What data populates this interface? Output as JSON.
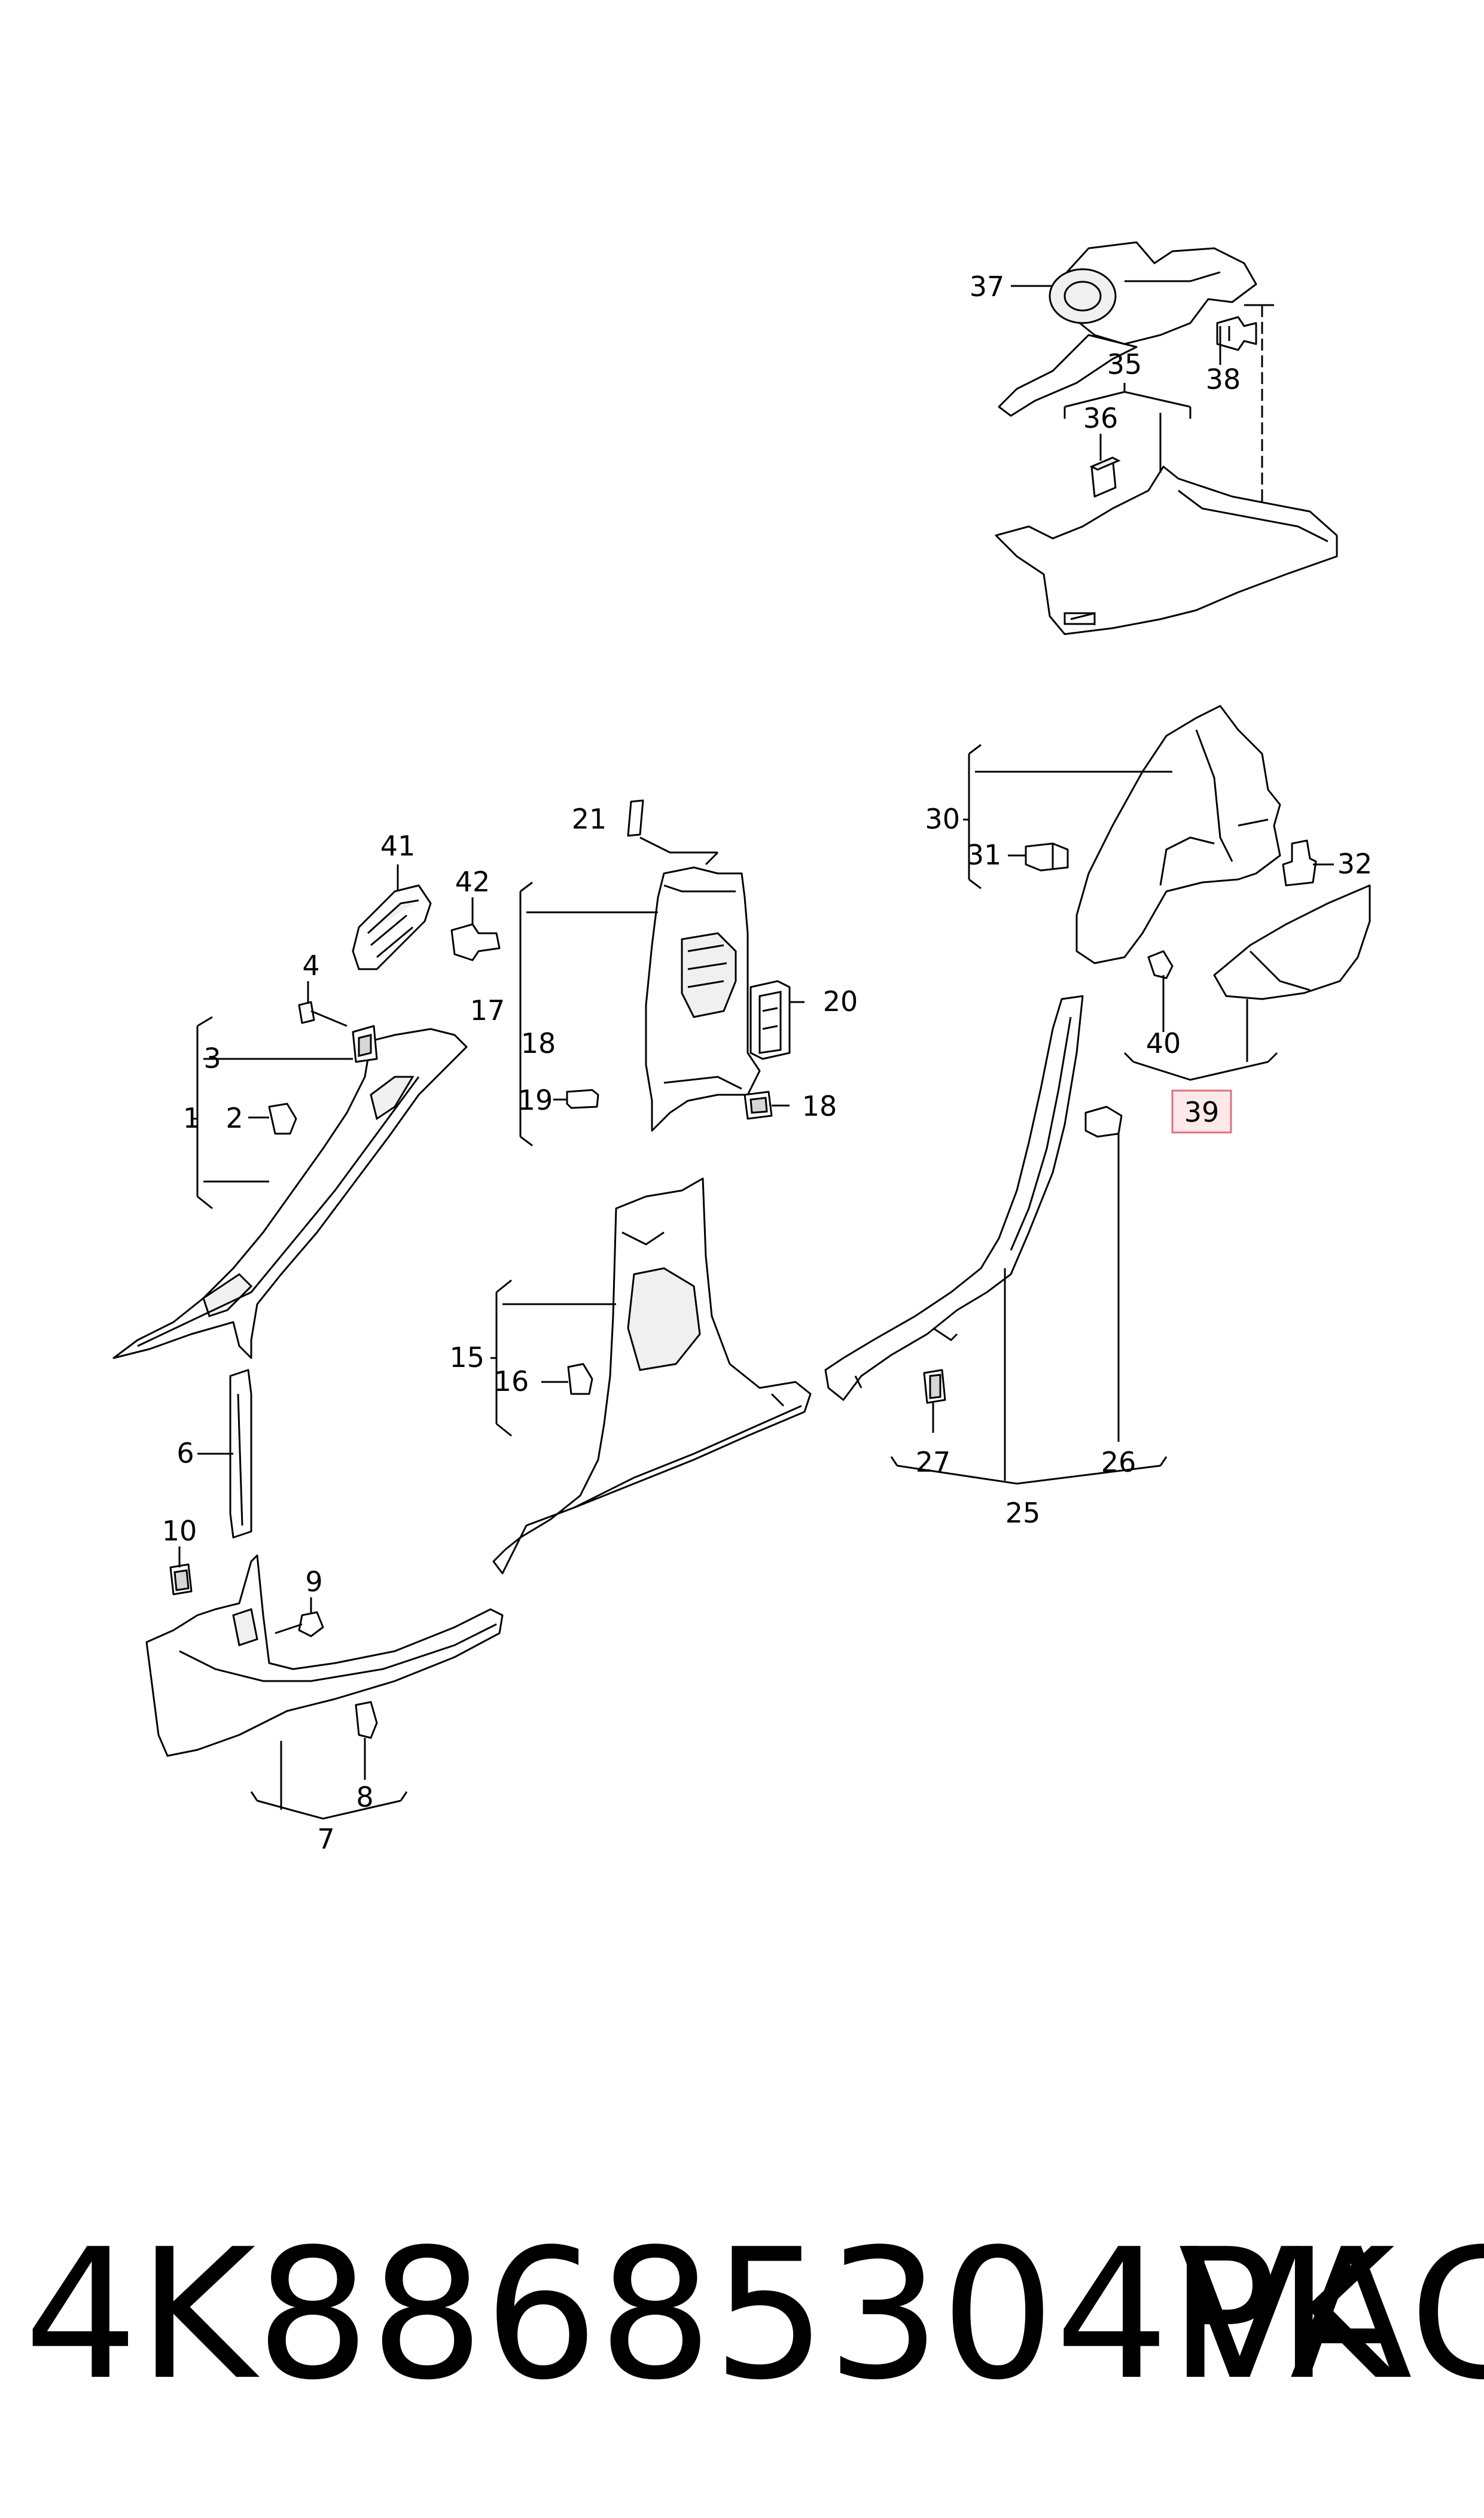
{
  "callouts": [
    "1",
    "2",
    "3",
    "4",
    "6",
    "7",
    "8",
    "9",
    "10",
    "15",
    "16",
    "17",
    "18",
    "18",
    "19",
    "20",
    "21",
    "25",
    "26",
    "27",
    "30",
    "31",
    "32",
    "35",
    "36",
    "37",
    "38",
    "39",
    "40",
    "41",
    "42"
  ],
  "highlighted_callout": "39",
  "caption": {
    "part_number": "4K88685304PK",
    "brand": "VAG"
  }
}
